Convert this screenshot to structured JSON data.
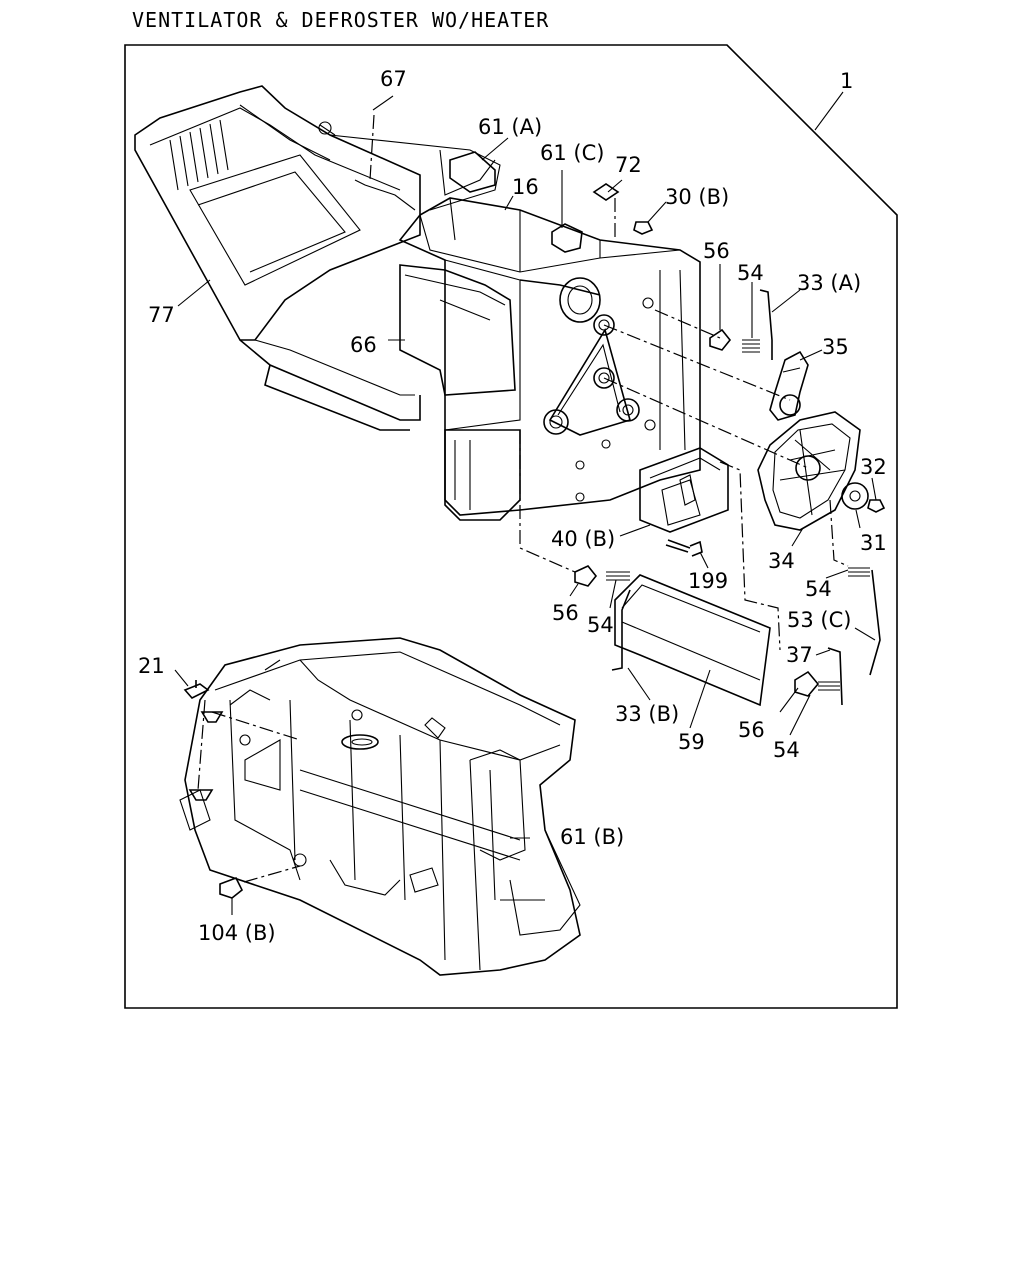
{
  "title": "VENTILATOR & DEFROSTER WO/HEATER",
  "parts": {
    "p1": "1",
    "p67": "67",
    "p61a": "61 (A)",
    "p61c": "61 (C)",
    "p72": "72",
    "p16": "16",
    "p30b": "30 (B)",
    "p77": "77",
    "p56a": "56",
    "p54a": "54",
    "p33a": "33 (A)",
    "p66": "66",
    "p35": "35",
    "p32": "32",
    "p31": "31",
    "p34": "34",
    "p40b": "40 (B)",
    "p199": "199",
    "p54b": "54",
    "p56b": "56",
    "p54c": "54",
    "p53c": "53 (C)",
    "p37": "37",
    "p21": "21",
    "p33b": "33 (B)",
    "p59": "59",
    "p56c": "56",
    "p54d": "54",
    "p61b": "61 (B)",
    "p104b": "104 (B)"
  }
}
